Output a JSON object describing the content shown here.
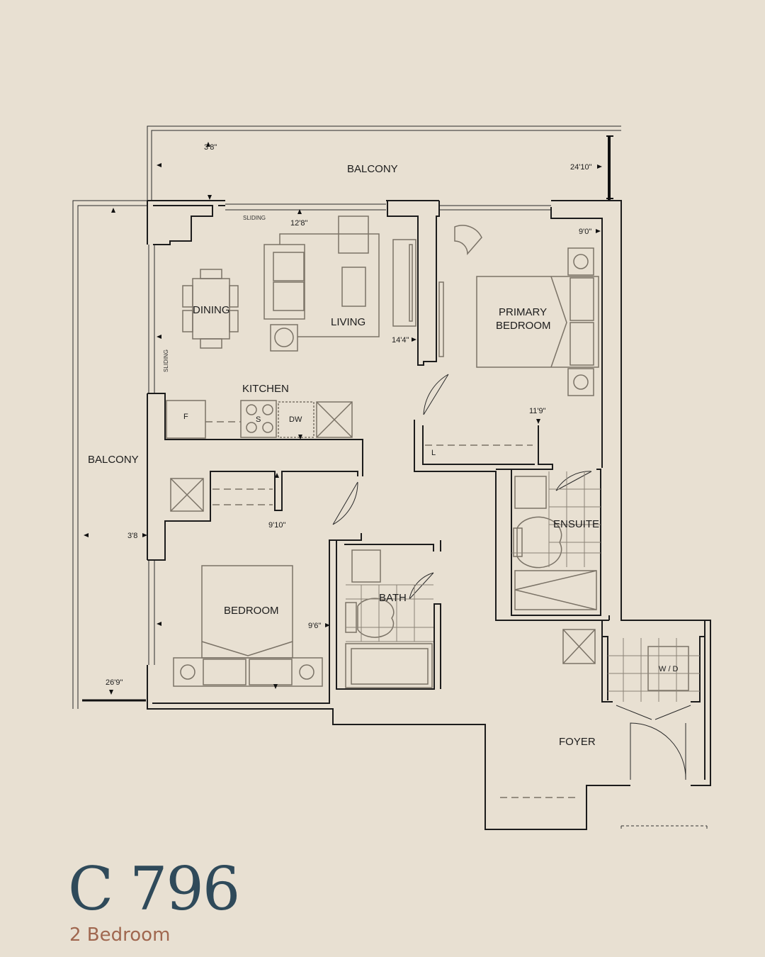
{
  "unit": {
    "name": "C 796",
    "type": "2 Bedroom"
  },
  "rooms": {
    "balcony_top": "BALCONY",
    "balcony_left": "BALCONY",
    "dining": "DINING",
    "living": "LIVING",
    "kitchen": "KITCHEN",
    "primary_bedroom_line1": "PRIMARY",
    "primary_bedroom_line2": "BEDROOM",
    "ensuite": "ENSUITE",
    "bedroom": "BEDROOM",
    "bath": "BATH",
    "foyer": "FOYER"
  },
  "fixtures": {
    "fridge": "F",
    "stove": "S",
    "dishwasher": "DW",
    "linen": "L",
    "washer_dryer": "W / D",
    "sliding": "SLIDING"
  },
  "dimensions": {
    "balcony_top_depth": "3'8\"",
    "balcony_top_width": "24'10\"",
    "living_width": "12'8\"",
    "living_depth": "14'4\"",
    "primary_width": "9'0\"",
    "primary_depth": "11'9\"",
    "bedroom_closet": "9'10\"",
    "bedroom_width": "9'6\"",
    "balcony_left_depth": "3'8",
    "balcony_left_length": "26'9\""
  },
  "colors": {
    "background": "#e8e0d2",
    "title": "#2f4a5a",
    "subtitle": "#a0674f"
  }
}
